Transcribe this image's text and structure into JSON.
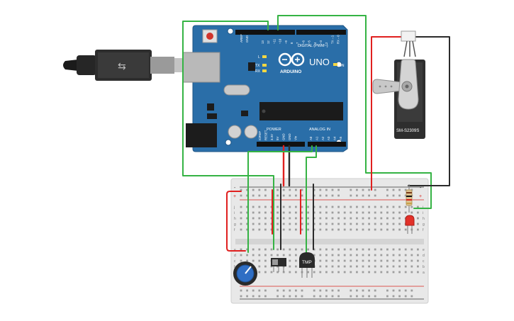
{
  "arduino": {
    "brand": "ARDUINO",
    "model": "UNO",
    "digital_label": "DIGITAL (PWM~)",
    "power_label": "POWER",
    "analog_label": "ANALOG IN",
    "aref": "AREF",
    "gnd": "GND",
    "led_l": "L",
    "led_tx": "TX",
    "led_rx": "RX",
    "led_on": "ON",
    "digital_pins": [
      "13",
      "12",
      "~11",
      "~10",
      "~9",
      "8",
      "7",
      "~6",
      "~5",
      "4",
      "~3",
      "2",
      "TX→1",
      "RX←0"
    ],
    "power_pins": [
      "IOREF",
      "RESET",
      "3.3V",
      "5V",
      "GND",
      "GND",
      "Vin"
    ],
    "analog_pins": [
      "A0",
      "A1",
      "A2",
      "A3",
      "A4",
      "A5"
    ]
  },
  "servo": {
    "label": "SM-S2309S"
  },
  "sensor": {
    "label": "TMP"
  },
  "breadboard": {
    "row_letters_top": [
      "j",
      "i",
      "h",
      "g",
      "f"
    ],
    "row_letters_bottom": [
      "e",
      "d",
      "c",
      "b",
      "a"
    ],
    "plus": "+",
    "minus": "-"
  },
  "colors": {
    "board": "#2a6ea8",
    "wire_green": "#35b344",
    "wire_red": "#e0201f",
    "wire_black": "#2b2b2b",
    "breadboard": "#e8e8e8"
  }
}
